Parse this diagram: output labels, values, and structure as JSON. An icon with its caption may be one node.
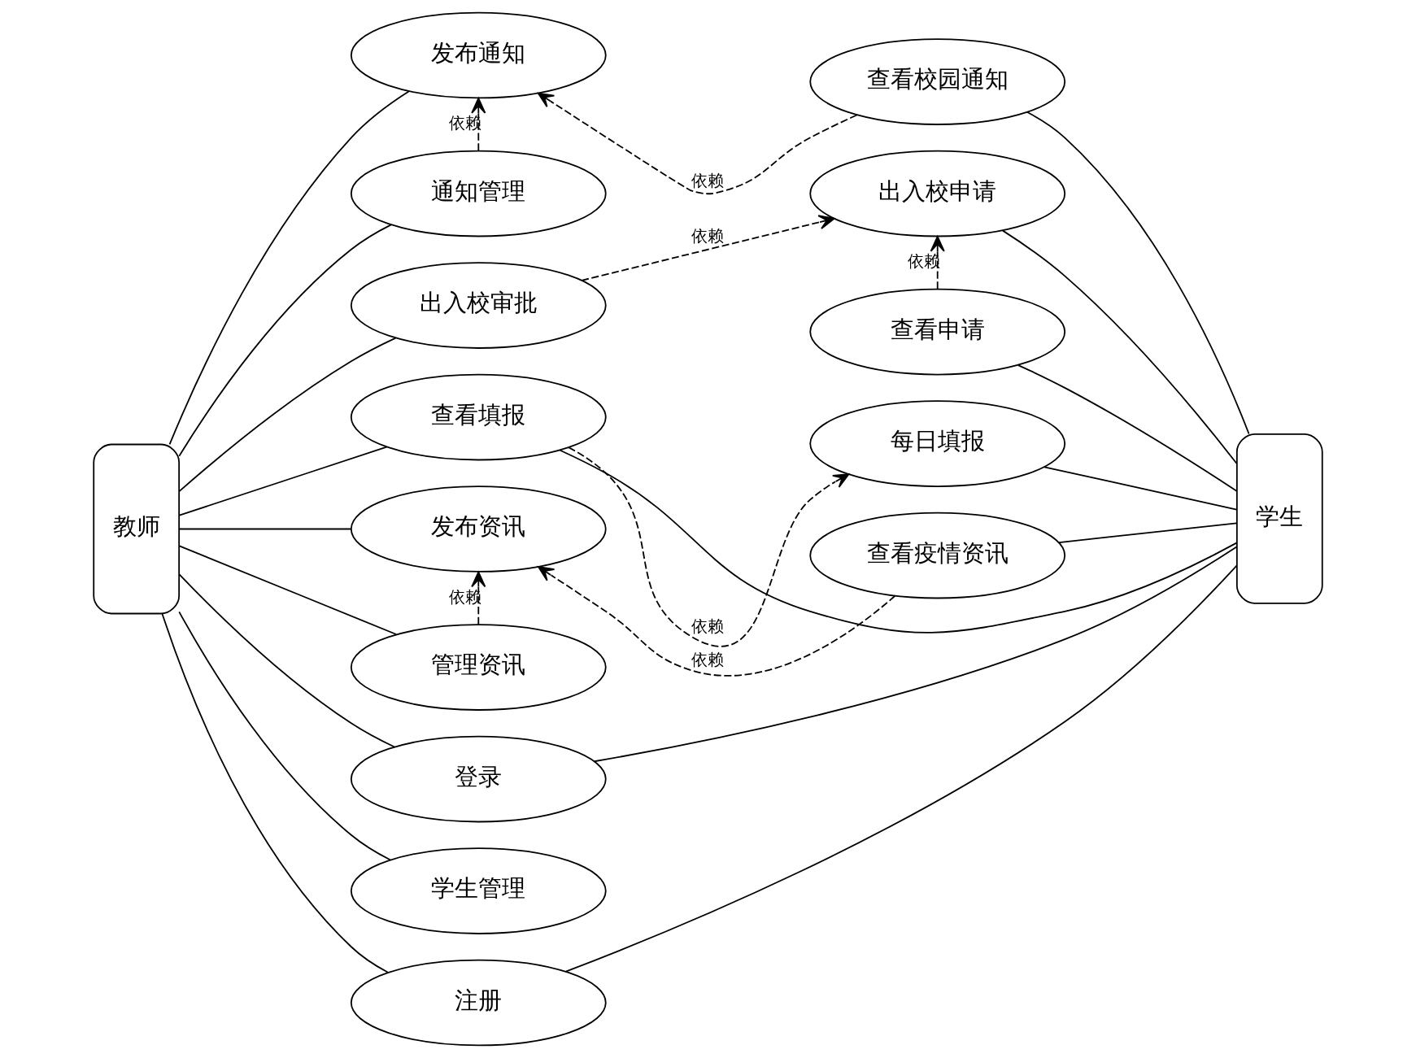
{
  "diagram": {
    "nodes": [
      {
        "text": [
          "教师"
        ]
      },
      {
        "text": [
          "学生"
        ]
      },
      {
        "text": [
          "发布通知"
        ]
      },
      {
        "text": [
          "查看校园通知"
        ]
      },
      {
        "text": [
          "通知管理"
        ]
      },
      {
        "text": [
          "出入校申请"
        ]
      },
      {
        "text": [
          "出入校审批"
        ]
      },
      {
        "text": [
          "查看申请"
        ]
      },
      {
        "text": [
          "查看填报"
        ]
      },
      {
        "text": [
          "每日填报"
        ]
      },
      {
        "text": [
          "发布资讯"
        ]
      },
      {
        "text": [
          "查看疫情资讯"
        ]
      },
      {
        "text": [
          "管理资讯"
        ]
      },
      {
        "text": [
          "登录"
        ]
      },
      {
        "text": [
          "学生管理"
        ]
      },
      {
        "text": [
          "注册"
        ]
      }
    ],
    "edges": [
      {
        "from": 0,
        "to": 2,
        "arrow": "none"
      },
      {
        "from": 0,
        "to": 4,
        "arrow": "none"
      },
      {
        "from": 0,
        "to": 6,
        "arrow": "none"
      },
      {
        "from": 0,
        "to": 8,
        "arrow": "none"
      },
      {
        "from": 0,
        "to": 10,
        "arrow": "none"
      },
      {
        "from": 0,
        "to": 12,
        "arrow": "none"
      },
      {
        "from": 0,
        "to": 13,
        "arrow": "none"
      },
      {
        "from": 0,
        "to": 14,
        "arrow": "none"
      },
      {
        "from": 0,
        "to": 15,
        "arrow": "none"
      },
      {
        "from": 3,
        "to": 1,
        "arrow": "none"
      },
      {
        "from": 5,
        "to": 1,
        "arrow": "none"
      },
      {
        "from": 7,
        "to": 1,
        "arrow": "none"
      },
      {
        "from": 8,
        "to": 1,
        "arrow": "none"
      },
      {
        "from": 9,
        "to": 1,
        "arrow": "none"
      },
      {
        "from": 11,
        "to": 1,
        "arrow": "none"
      },
      {
        "from": 13,
        "to": 1,
        "arrow": "none"
      },
      {
        "from": 15,
        "to": 1,
        "arrow": "none"
      },
      {
        "from": 3,
        "to": 2,
        "arrow": "to",
        "label": "依赖",
        "style": "dashed"
      },
      {
        "from": 4,
        "to": 2,
        "arrow": "to",
        "label": "依赖",
        "style": "dashed"
      },
      {
        "from": 6,
        "to": 5,
        "arrow": "to",
        "label": "依赖",
        "style": "dashed"
      },
      {
        "from": 7,
        "to": 5,
        "arrow": "to",
        "label": "依赖",
        "style": "dashed"
      },
      {
        "from": 8,
        "to": 9,
        "arrow": "to",
        "label": "依赖",
        "style": "dashed"
      },
      {
        "from": 11,
        "to": 10,
        "arrow": "to",
        "label": "依赖",
        "style": "dashed"
      },
      {
        "from": 12,
        "to": 10,
        "arrow": "to",
        "label": "依赖",
        "style": "dashed"
      }
    ]
  }
}
